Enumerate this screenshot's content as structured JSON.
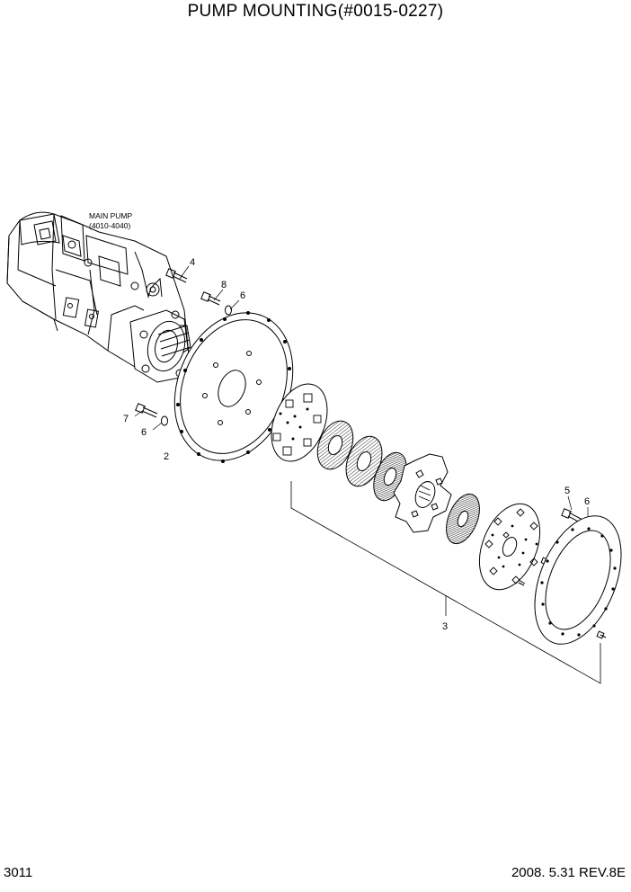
{
  "title": "PUMP MOUNTING(#0015-0227)",
  "footer": {
    "page_number": "3011",
    "revision": "2008. 5.31 REV.8E"
  },
  "callouts": {
    "main_pump_name": "MAIN PUMP",
    "main_pump_range": "(4010-4040)",
    "flange": "2",
    "coupling_assy": "3",
    "bolt_pump": "4",
    "bolt_coupling": "5",
    "washer_a": "6",
    "washer_b": "6",
    "washer_c": "6",
    "bolt_flange": "7",
    "bolt_upper": "8"
  }
}
